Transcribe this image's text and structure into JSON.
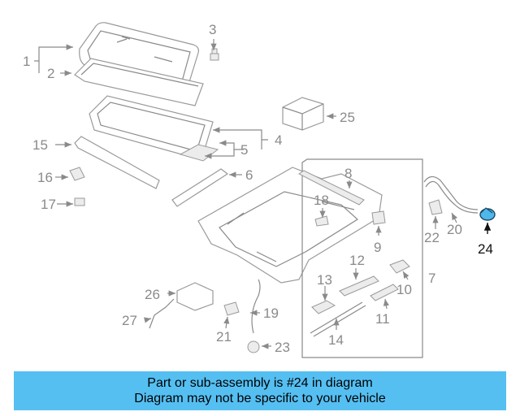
{
  "labels": {
    "p1": "1",
    "p2": "2",
    "p3": "3",
    "p4": "4",
    "p5": "5",
    "p6": "6",
    "p7": "7",
    "p8": "8",
    "p9": "9",
    "p10": "10",
    "p11": "11",
    "p12": "12",
    "p13": "13",
    "p14": "14",
    "p15": "15",
    "p16": "16",
    "p17": "17",
    "p18": "18",
    "p19": "19",
    "p20": "20",
    "p21": "21",
    "p22": "22",
    "p23": "23",
    "p24": "24",
    "p25": "25",
    "p26": "26",
    "p27": "27"
  },
  "highlight_part": "24",
  "colors": {
    "banner_bg": "#55bff2",
    "highlight_fill": "#4fb8ea",
    "line_gray": "#8a8a8a"
  },
  "banner": {
    "line1": "Part or sub-assembly is #24 in diagram",
    "line2": "Diagram may not be specific to your vehicle"
  }
}
